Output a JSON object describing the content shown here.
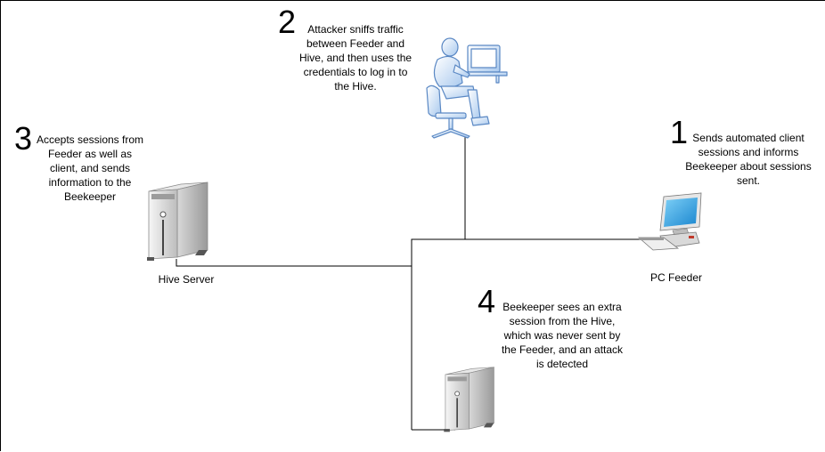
{
  "steps": [
    {
      "number": "1",
      "text": "Sends automated client sessions and informs Beekeeper about sessions sent."
    },
    {
      "number": "2",
      "text": "Attacker sniffs traffic between Feeder and Hive, and then uses the credentials to log in to the Hive."
    },
    {
      "number": "3",
      "text": "Accepts sessions from Feeder as well as client, and sends information to the Beekeeper"
    },
    {
      "number": "4",
      "text": "Beekeeper sees an extra session from the Hive, which was never sent by the Feeder, and an attack is detected"
    }
  ],
  "nodes": {
    "hive_server": "Hive Server",
    "pc_feeder": "PC Feeder"
  },
  "icons": {
    "hive_server": "tower-server-icon",
    "beekeeper": "tower-server-icon",
    "attacker": "person-at-computer-icon",
    "pc_feeder": "desktop-pc-icon"
  }
}
